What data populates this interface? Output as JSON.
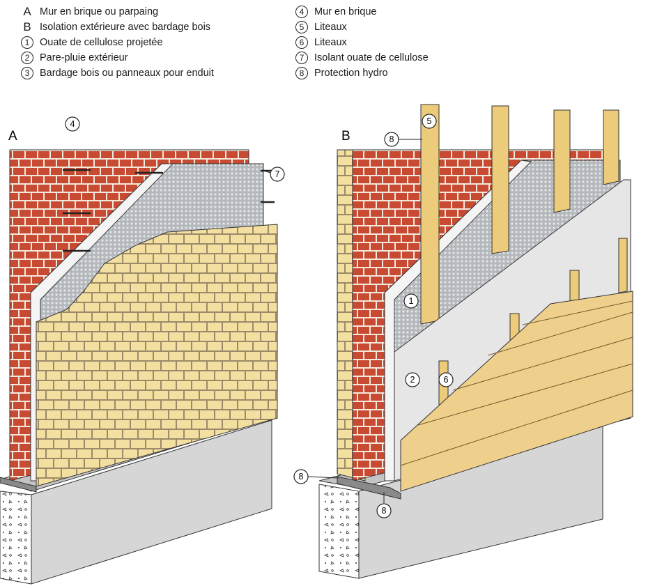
{
  "legend": {
    "left": [
      {
        "key": "A",
        "text": "Mur en brique ou parpaing"
      },
      {
        "key": "B",
        "text": "Isolation extérieure avec bardage bois"
      },
      {
        "key": "1",
        "text": "Ouate de cellulose projetée"
      },
      {
        "key": "2",
        "text": "Pare-pluie extérieur"
      },
      {
        "key": "3",
        "text": "Bardage bois ou panneaux pour enduit"
      }
    ],
    "right": [
      {
        "key": "4",
        "text": "Mur en brique"
      },
      {
        "key": "5",
        "text": "Liteaux"
      },
      {
        "key": "6",
        "text": "Liteaux"
      },
      {
        "key": "7",
        "text": "Isolant ouate de cellulose"
      },
      {
        "key": "8",
        "text": "Protection hydro"
      }
    ]
  },
  "panels": {
    "a": {
      "letter": "A",
      "callouts": {
        "c4": "4",
        "c7": "7",
        "c8": "8"
      }
    },
    "b": {
      "letter": "B",
      "callouts": {
        "c8top": "8",
        "c5": "5",
        "c1": "1",
        "c2": "2",
        "c6": "6",
        "c8bot": "8"
      }
    }
  },
  "colors": {
    "brick_red": "#c84a32",
    "brick_mortar": "#f2e9dc",
    "brick_yellow": "#f3dfa0",
    "insulation": "#b4b8bc",
    "batten": "#eccb7a",
    "cladding": "#eed08c",
    "membrane": "#e6e6e6",
    "concrete": "#d6d6d6"
  }
}
